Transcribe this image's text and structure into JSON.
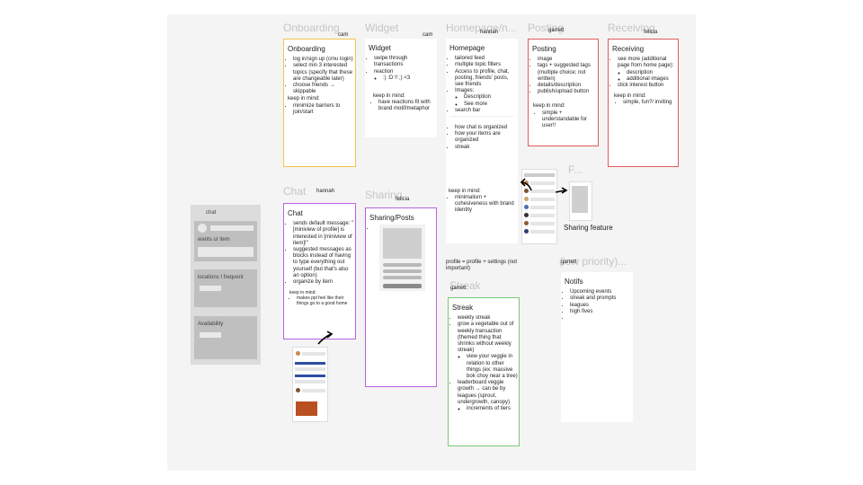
{
  "columns": [
    {
      "id": "onboarding",
      "title": "Onboarding",
      "tag": "cam"
    },
    {
      "id": "widget",
      "title": "Widget",
      "tag": "cam"
    },
    {
      "id": "homepage",
      "title": "Homepage/n...",
      "tag": "hannah"
    },
    {
      "id": "posting",
      "title": "Posting",
      "tag": "garrett"
    },
    {
      "id": "receiving",
      "title": "Receiving",
      "tag": "felicia"
    },
    {
      "id": "chat",
      "title": "Chat",
      "tag": "hannah"
    },
    {
      "id": "sharing",
      "title": "Sharing",
      "tag": "felicia"
    },
    {
      "id": "streak",
      "title": "Streak",
      "tag": "garrett"
    },
    {
      "id": "f",
      "title": "F..."
    },
    {
      "id": "notifs",
      "title": "(low priority)...",
      "tag": "garrett"
    }
  ],
  "cards": {
    "onboarding": {
      "heading": "Onboarding",
      "items": [
        "log in/sign up (cmu login)",
        "select min 3 interested topics (specify that these are changeable later)",
        "choose friends → skippable"
      ],
      "keep": "keep in mind:",
      "keep_items": [
        "minimize barriers to join/start"
      ]
    },
    "widget": {
      "heading": "Widget",
      "items": [
        "swipe through transactions",
        "reaction"
      ],
      "sub_items": [
        ":)  :D  !! ;)  <3"
      ],
      "keep": "keep in mind:",
      "keep_items": [
        "have reactions fit with brand motif/metaphor"
      ]
    },
    "homepage": {
      "heading": "Homepage",
      "items": [
        "tailored feed",
        "multiple topic filters",
        "Access to profile, chat, posting, friends' posts, see friends",
        "Images:"
      ],
      "sub_items": [
        "Description",
        "See more"
      ],
      "items2": [
        "search bar"
      ],
      "items3": [
        "how chat is organized",
        "how your items are organized",
        "streak"
      ],
      "keep": "keep in mind:",
      "keep_items": [
        "minimalism + cohesiveness with brand identity"
      ]
    },
    "posting": {
      "heading": "Posting",
      "items": [
        "image",
        "tags + suggested tags (multiple choice; not written)",
        "details/description",
        "publish/upload button"
      ],
      "keep": "keep in mind:",
      "keep_items": [
        "simple + understandable for user!!"
      ]
    },
    "receiving": {
      "heading": "Receiving",
      "items": [
        "see more (additional page from home page):"
      ],
      "sub_items": [
        "description",
        "additional images"
      ],
      "items2": [
        "click interest button"
      ],
      "keep": "keep in mind:",
      "keep_items": [
        "simple, fun?/ inviting"
      ]
    },
    "chat": {
      "heading": "Chat",
      "items": [
        "sends default message: \"[miniview of profile] is interested in [miniview of item]!\"",
        "suggested messages as blocks instead of having to type everything out yourself (but that's also an option)",
        "organize by item"
      ],
      "keep": "keep in mind:",
      "keep_items": [
        "makes ppl feel like their things go to a good home"
      ]
    },
    "sharing": {
      "heading": "Sharing/Posts",
      "items": [
        ""
      ]
    },
    "streak": {
      "heading": "Streak",
      "items": [
        "weekly streak",
        "grow a vegetable out of weekly transaction (themed thing that shrinks without weekly streak)"
      ],
      "sub_items": [
        "view your veggie in relation to other things (ex: massive bok choy near a tree)"
      ],
      "items2": [
        "leaderboard veggie growth → can be by leagues (sprout, undergrowth, canopy)"
      ],
      "sub_items2": [
        "increments of tiers"
      ]
    },
    "notifs": {
      "heading": "Notifs",
      "items": [
        "Upcoming events",
        "streak and prompts",
        "leagues",
        "high fives",
        ""
      ]
    }
  },
  "profile_note": "profile = profile + settings (not important)",
  "sharing_feature_label": "Sharing feature",
  "wireframe": {
    "title": "chat",
    "field1": "wants ur item",
    "field2": "locations I frequent",
    "field3": "Availability"
  },
  "colors": {
    "canvas": "#f4f4f4",
    "onboarding_outline": "#f3c74c",
    "chat_outline": "#b864df",
    "posting_outline": "#e25a5a",
    "streak_outline": "#7acb6f"
  }
}
